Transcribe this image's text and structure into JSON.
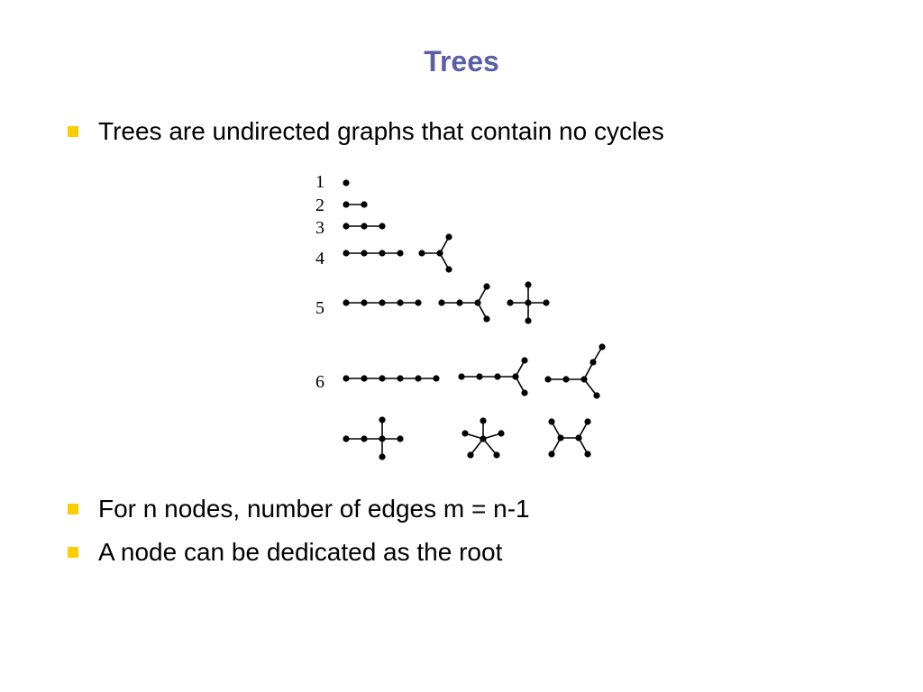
{
  "slide": {
    "title": "Trees",
    "bullets": [
      "Trees are undirected graphs that contain no cycles",
      "For n nodes, number of edges m = n-1",
      "A node can be dedicated as the root"
    ]
  },
  "diagram": {
    "row_labels": [
      "1",
      "2",
      "3",
      "4",
      "5",
      "6"
    ],
    "colors": {
      "node": "#000000",
      "edge": "#000000",
      "accent": "#5b5ea6",
      "bullet": "#ffcc00"
    }
  }
}
